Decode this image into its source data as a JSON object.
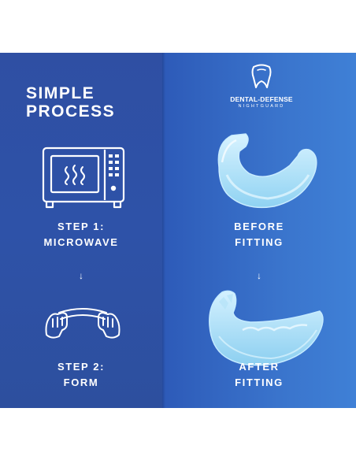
{
  "left_panel": {
    "title_line1": "SIMPLE",
    "title_line2": "PROCESS",
    "step1_line1": "STEP 1:",
    "step1_line2": "MICROWAVE",
    "step2_line1": "STEP 2:",
    "step2_line2": "FORM",
    "arrow": "↓",
    "icons": [
      "microwave-icon",
      "hands-forming-icon"
    ]
  },
  "right_panel": {
    "brand_name": "DENTAL-DEFENSE",
    "brand_sub": "NIGHTGUARD",
    "before_line1": "BEFORE",
    "before_line2": "FITTING",
    "after_line1": "AFTER",
    "after_line2": "FITTING",
    "arrow": "↓",
    "icons": [
      "tooth-logo-icon",
      "mouthguard-before-icon",
      "mouthguard-after-icon"
    ]
  },
  "colors": {
    "left_bg": "#2e52a8",
    "right_bg": "#3a74cc",
    "guard": "#a9e0f7",
    "text": "#ffffff"
  }
}
